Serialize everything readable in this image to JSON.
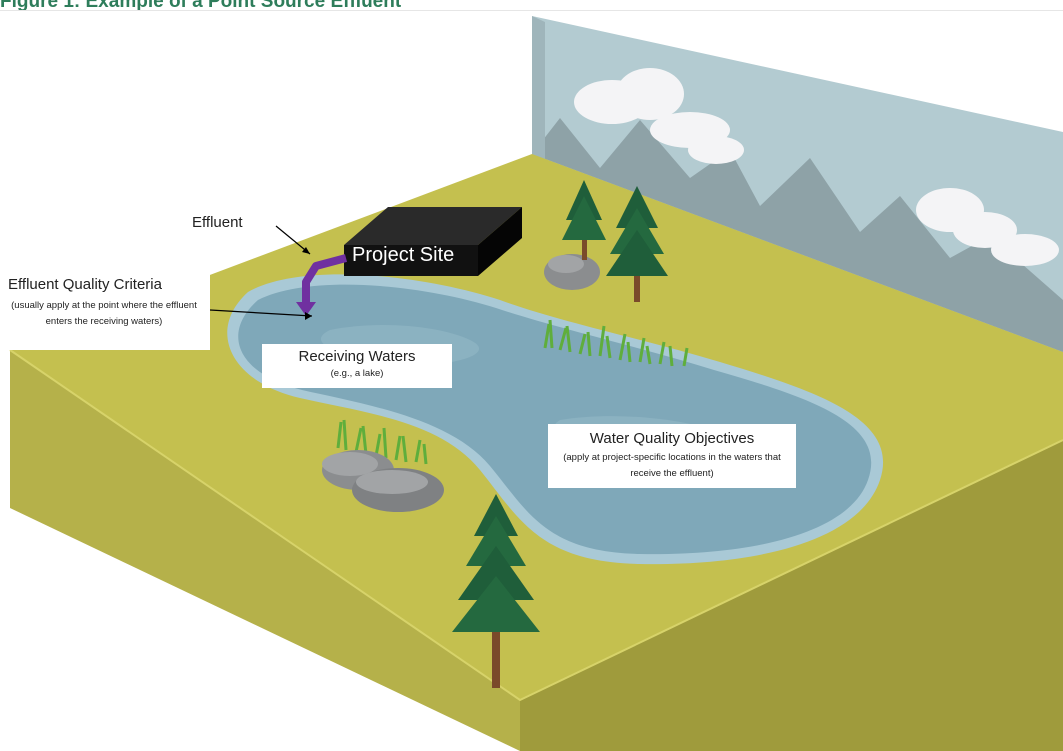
{
  "figure": {
    "title": "Figure 1: Example of a Point Source Effluent"
  },
  "labels": {
    "effluent": "Effluent",
    "project_site": "Project Site",
    "effluent_quality_criteria": "Effluent Quality Criteria",
    "effluent_quality_criteria_note": "(usually apply at the point where the effluent enters the receiving waters)",
    "receiving_waters": "Receiving Waters",
    "receiving_waters_note": "(e.g., a lake)",
    "water_quality_objectives": "Water Quality Objectives",
    "water_quality_objectives_note": "(apply at project-specific locations in the waters that receive the effluent)"
  },
  "colors": {
    "ground": "#c4c04f",
    "ground_front": "#b5b14a",
    "ground_side": "#9f9b3c",
    "water": "#7fa8b9",
    "water_edge": "#a9c9d6",
    "backdrop": "#b3cbd1",
    "mountains": "#8ea2a7",
    "project_site": "#111111",
    "pipe": "#7030a0",
    "tree": "#1f5e3a",
    "trunk": "#7a4a2a",
    "rock": "#8b8d8f",
    "reeds": "#5fae3c",
    "title": "#2e7d5b"
  }
}
